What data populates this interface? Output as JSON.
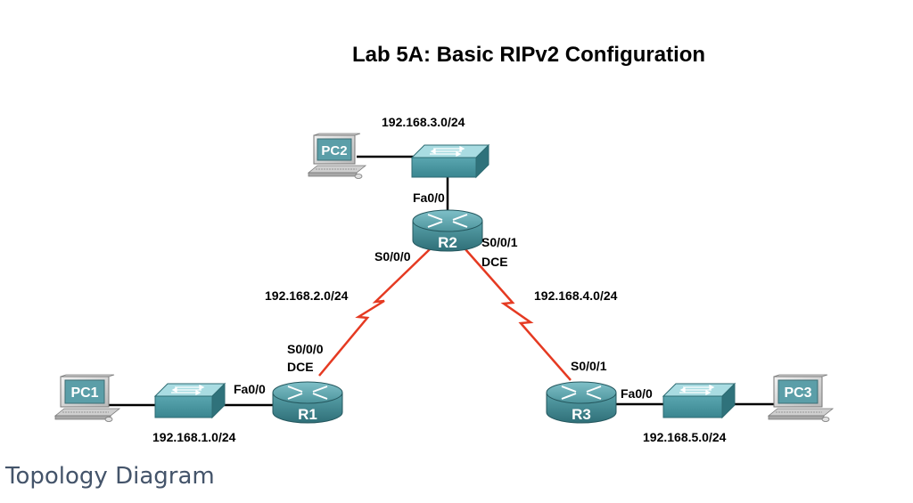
{
  "title": "Lab 5A: Basic RIPv2 Configuration",
  "caption": "Topology Diagram",
  "colors": {
    "serial_link": "#e53a22",
    "ethernet_link": "#000000",
    "router": "#3f8a93",
    "switch": "#4a9aa5",
    "caption": "#44546a"
  },
  "devices": {
    "pc1": "PC1",
    "pc2": "PC2",
    "pc3": "PC3",
    "r1": "R1",
    "r2": "R2",
    "r3": "R3"
  },
  "networks": {
    "n1": "192.168.1.0/24",
    "n2": "192.168.2.0/24",
    "n3": "192.168.3.0/24",
    "n4": "192.168.4.0/24",
    "n5": "192.168.5.0/24"
  },
  "interfaces": {
    "r2_fa": "Fa0/0",
    "r2_s000": "S0/0/0",
    "r2_s001": "S0/0/1",
    "r2_dce": "DCE",
    "r1_s000": "S0/0/0",
    "r1_dce": "DCE",
    "r1_fa": "Fa0/0",
    "r3_s001": "S0/0/1",
    "r3_fa": "Fa0/0"
  }
}
